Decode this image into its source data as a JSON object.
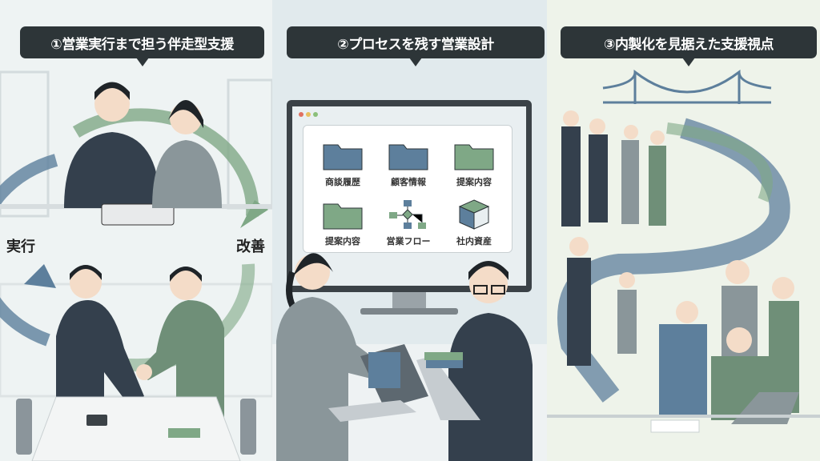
{
  "panels": [
    {
      "title": "①営業実行まで担う伴走型支援",
      "cycle_labels": {
        "left": "実行",
        "right": "改善"
      }
    },
    {
      "title": "②プロセスを残す営業設計",
      "screen_items": [
        {
          "label": "商談履歴",
          "icon": "folder-icon",
          "color": "#5d7f9c"
        },
        {
          "label": "顧客情報",
          "icon": "folder-icon",
          "color": "#5d7f9c"
        },
        {
          "label": "提案内容",
          "icon": "folder-icon",
          "color": "#7fa886"
        },
        {
          "label": "提案内容",
          "icon": "folder-icon",
          "color": "#7fa886"
        },
        {
          "label": "営業フロー",
          "icon": "flowchart-icon",
          "color": "#5d7f9c"
        },
        {
          "label": "社内資産",
          "icon": "database-box-icon",
          "color": "#7fa886"
        }
      ]
    },
    {
      "title": "③内製化を見据えた支援視点"
    }
  ],
  "colors": {
    "callout": "#2d3538",
    "blue": "#5d7f9c",
    "green": "#7fa886",
    "suit_dark": "#34404d",
    "suit_green": "#6f8f78"
  }
}
